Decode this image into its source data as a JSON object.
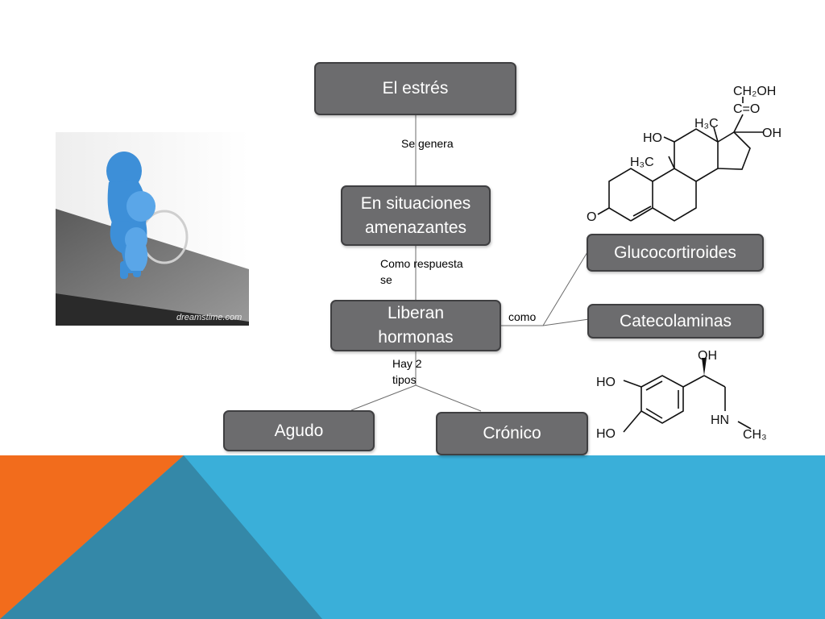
{
  "nodes": {
    "root": "El estrés",
    "situations": [
      "En situaciones",
      "amenazantes"
    ],
    "release": [
      "Liberan",
      "hormonas"
    ],
    "glucocorticoids": "Glucocortiroides",
    "catecholamines": "Catecolaminas",
    "acute": "Agudo",
    "chronic": "Crónico"
  },
  "edge_labels": {
    "generates": "Se genera",
    "response": [
      "Como respuesta",
      "se"
    ],
    "as": "como",
    "types": [
      "Hay 2",
      "tipos"
    ]
  },
  "cortisol_labels": {
    "ch2oh": "CH₂OH",
    "co": "C=O",
    "ho": "HO",
    "oh": "OH",
    "h3c_top": "H₃C",
    "h3c_mid": "H₃C",
    "o": "O"
  },
  "adrenaline_labels": {
    "oh": "OH",
    "ho_top": "HO",
    "ho_bottom": "HO",
    "hn": "HN",
    "ch3": "CH₃"
  },
  "photo": {
    "watermark": "dreamstime.com"
  },
  "colors": {
    "node_fill": "#6c6c6e",
    "node_border": "#3f3f41",
    "banner_blue": "#3aafd9",
    "banner_dark_blue": "#2f8fb0",
    "banner_orange": "#f26c1c",
    "figure_blue": "#3d8fd8"
  }
}
